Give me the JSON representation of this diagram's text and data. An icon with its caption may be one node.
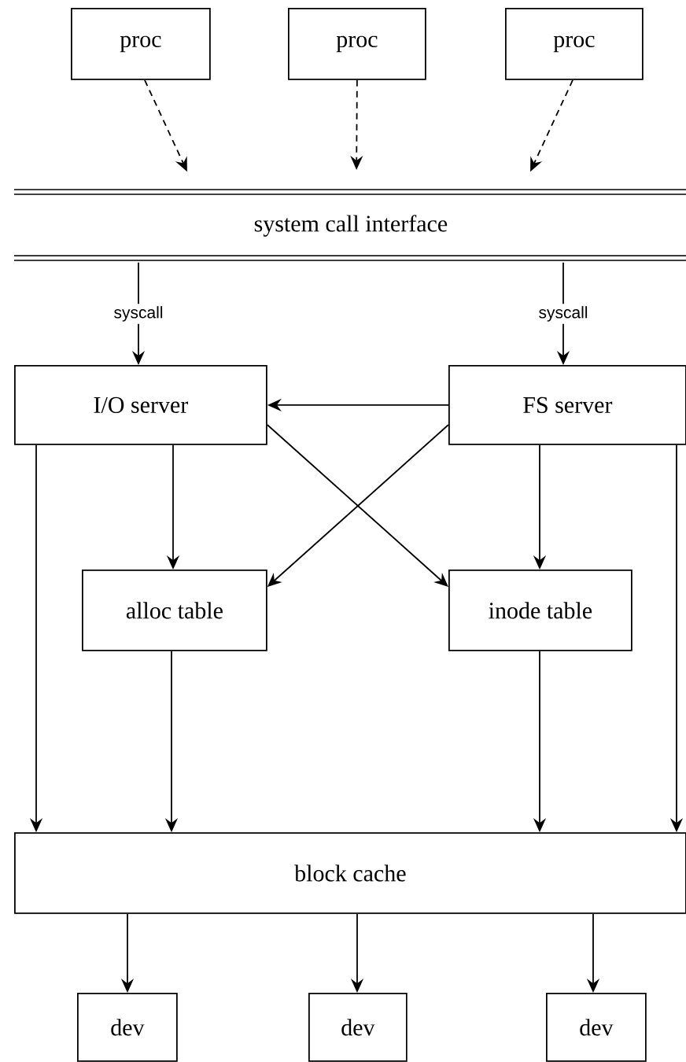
{
  "diagram": {
    "nodes": [
      {
        "text": [
          "proc"
        ]
      },
      {
        "text": [
          "proc"
        ]
      },
      {
        "text": [
          "proc"
        ]
      },
      {
        "text": [
          "system call interface"
        ]
      },
      {
        "text": [
          "I/O server"
        ]
      },
      {
        "text": [
          "FS server"
        ]
      },
      {
        "text": [
          "alloc table"
        ]
      },
      {
        "text": [
          "inode table"
        ]
      },
      {
        "text": [
          "block cache"
        ]
      },
      {
        "text": [
          "dev"
        ]
      },
      {
        "text": [
          "dev"
        ]
      },
      {
        "text": [
          "dev"
        ]
      }
    ],
    "edges": [
      {
        "from": 0,
        "to": 3,
        "arrow": "to",
        "style": "dashed"
      },
      {
        "from": 1,
        "to": 3,
        "arrow": "to",
        "style": "dashed"
      },
      {
        "from": 2,
        "to": 3,
        "arrow": "to",
        "style": "dashed"
      },
      {
        "from": 3,
        "to": 4,
        "arrow": "to",
        "label": "syscall"
      },
      {
        "from": 3,
        "to": 5,
        "arrow": "to",
        "label": "syscall"
      },
      {
        "from": 5,
        "to": 4,
        "arrow": "to"
      },
      {
        "from": 4,
        "to": 6,
        "arrow": "to"
      },
      {
        "from": 4,
        "to": 7,
        "arrow": "to"
      },
      {
        "from": 5,
        "to": 6,
        "arrow": "to"
      },
      {
        "from": 5,
        "to": 7,
        "arrow": "to"
      },
      {
        "from": 4,
        "to": 8,
        "arrow": "to"
      },
      {
        "from": 6,
        "to": 8,
        "arrow": "to"
      },
      {
        "from": 7,
        "to": 8,
        "arrow": "to"
      },
      {
        "from": 5,
        "to": 8,
        "arrow": "to"
      },
      {
        "from": 8,
        "to": 9,
        "arrow": "to"
      },
      {
        "from": 8,
        "to": 10,
        "arrow": "to"
      },
      {
        "from": 8,
        "to": 11,
        "arrow": "to"
      }
    ]
  }
}
